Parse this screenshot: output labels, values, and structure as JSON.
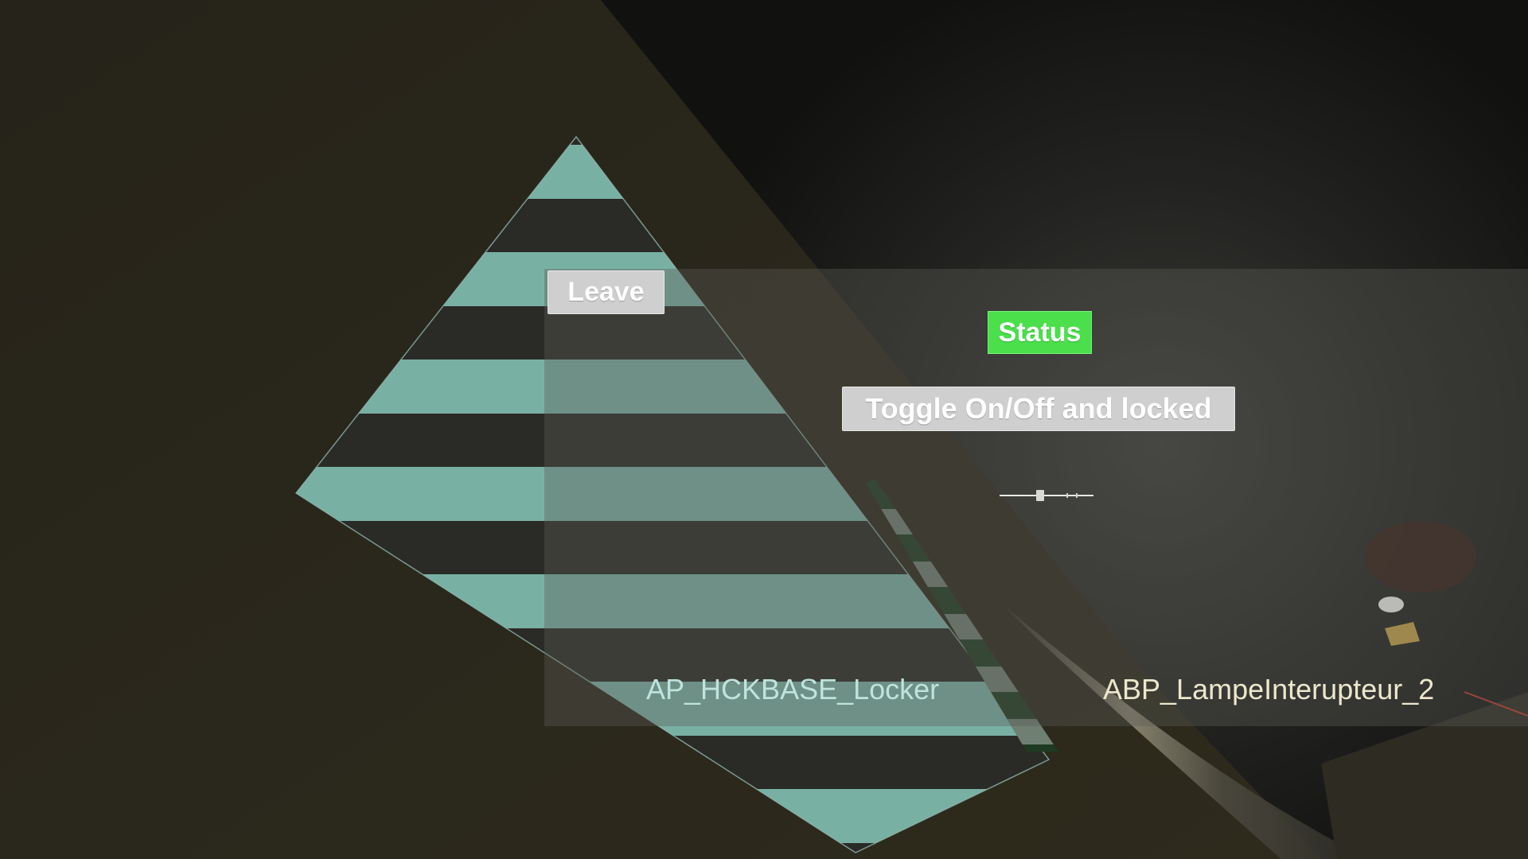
{
  "hud": {
    "leave_label": "Leave",
    "status_label": "Status",
    "toggle_label": "Toggle On/Off and locked"
  },
  "actors": {
    "locker_name": "AP_HCKBASE_Locker",
    "lamp_name": "ABP_LampeInterupteur_2"
  },
  "colors": {
    "status_green": "#4be04b",
    "button_gray": "#cfcfcf",
    "stripe_teal": "#79b0a4",
    "stripe_dark": "#2a2a26",
    "wall_olive": "#2b281a"
  }
}
